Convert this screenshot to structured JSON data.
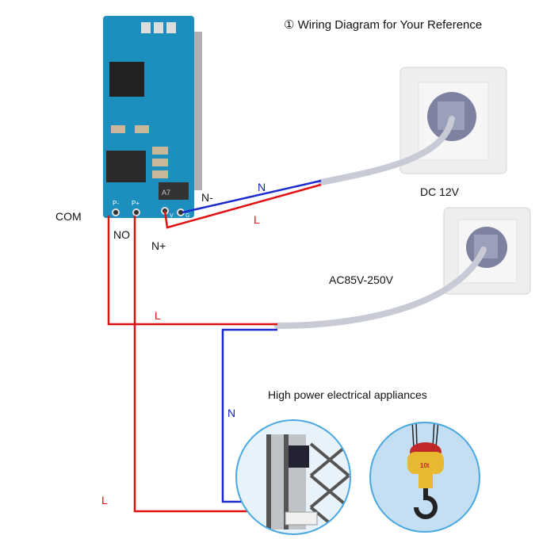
{
  "title": "① Wiring Diagram for Your Reference",
  "labels": {
    "com": "COM",
    "no": "NO",
    "n_plus": "N+",
    "n_minus": "N-",
    "dc_n": "N",
    "dc_l": "L",
    "dc_supply": "DC 12V",
    "ac_supply": "AC85V-250V",
    "ac_l": "L",
    "ac_n": "N",
    "load_l": "L",
    "appliances": "High power electrical appliances"
  },
  "board_marks": {
    "p_minus": "P-",
    "p_plus": "P+",
    "v": "V",
    "g": "G",
    "chip": "A7",
    "crane_load": "10t"
  },
  "colors": {
    "live_wire": "#e01010",
    "neutral_wire": "#1a2ad0",
    "cable": "#c8cad6",
    "pcb": "#1d8fbf",
    "circle_border": "#4aa8e0"
  }
}
